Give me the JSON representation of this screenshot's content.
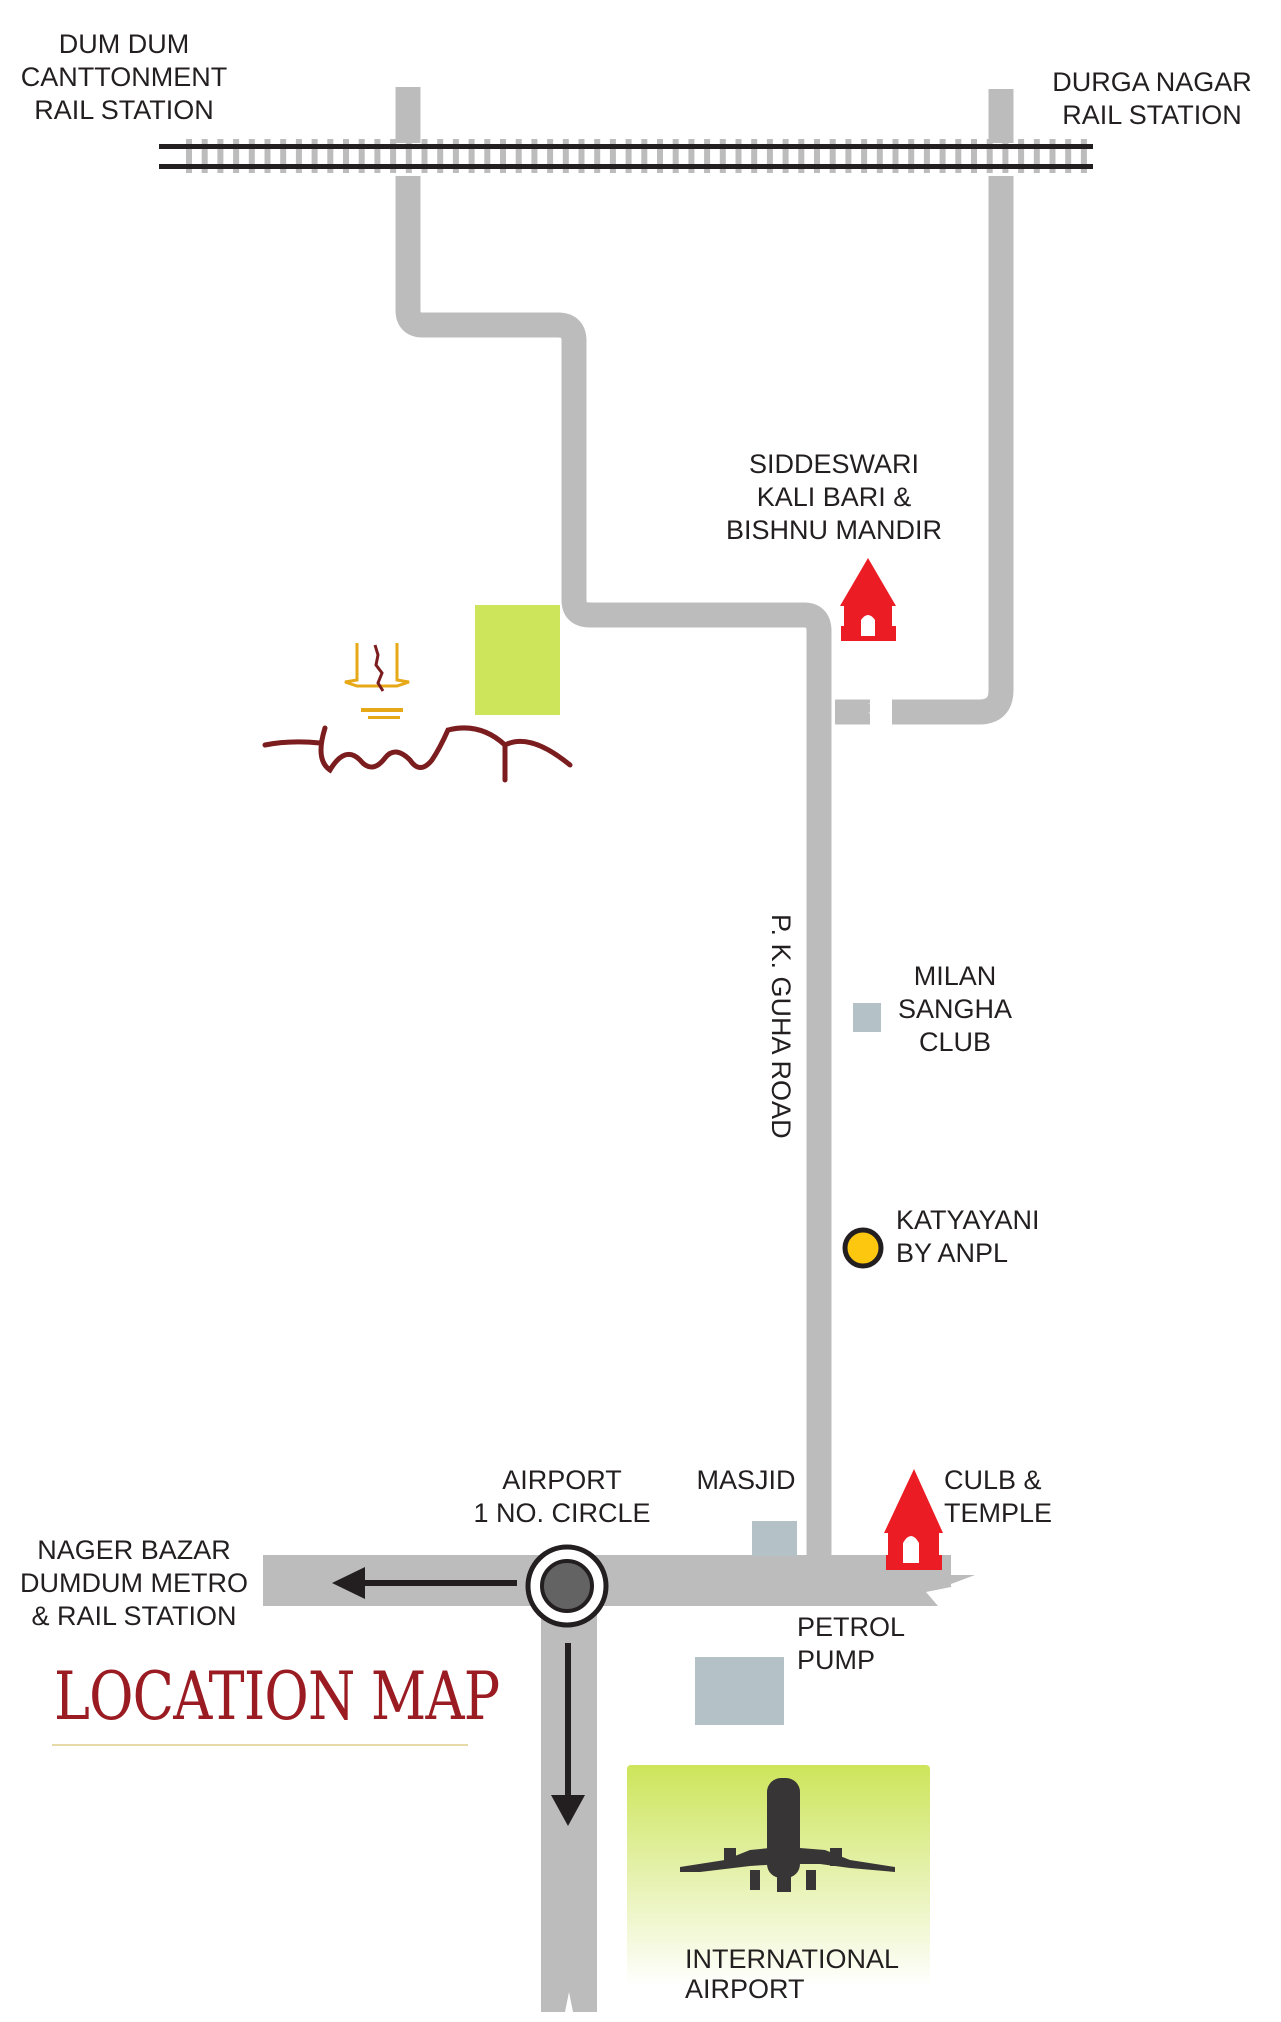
{
  "title": "LOCATION MAP",
  "colors": {
    "road": "#bcbcbc",
    "rail": "#231f20",
    "tie": "#bcbcbc",
    "temple": "#ec1c24",
    "landmark_square": "#b4c1c6",
    "project_dot": "#fdc70f",
    "title": "#9b1b22",
    "green": "#cde55a",
    "logo_gold": "#e6a817",
    "logo_maroon": "#7b1c1e"
  },
  "labels": {
    "dumdum_station": [
      "DUM DUM",
      "CANTTONMENT",
      "RAIL STATION"
    ],
    "durga_nagar_station": [
      "DURGA NAGAR",
      "RAIL STATION"
    ],
    "siddeswari": [
      "SIDDESWARI",
      "KALI BARI  &",
      "BISHNU MANDIR"
    ],
    "road_name": "P. K. GUHA ROAD",
    "milan_sangha": [
      "MILAN",
      "SANGHA",
      "CLUB"
    ],
    "katyayani": [
      "KATYAYANI",
      "BY ANPL"
    ],
    "airport_circle": [
      "AIRPORT",
      "1 NO. CIRCLE"
    ],
    "masjid": "MASJID",
    "club_temple": [
      "CULB &",
      "TEMPLE"
    ],
    "nager_bazar": [
      "NAGER BAZAR",
      "DUMDUM METRO",
      "& RAIL STATION"
    ],
    "petrol_pump": [
      "PETROL",
      "PUMP"
    ],
    "international_airport": [
      "INTERNATIONAL",
      "AIRPORT"
    ]
  },
  "icons": {
    "temple": "temple-icon",
    "square": "landmark-square-icon",
    "dot": "project-location-dot",
    "roundabout": "roundabout-icon",
    "arrow": "direction-arrow-icon",
    "plane": "airplane-icon",
    "logo": "project-logo"
  }
}
